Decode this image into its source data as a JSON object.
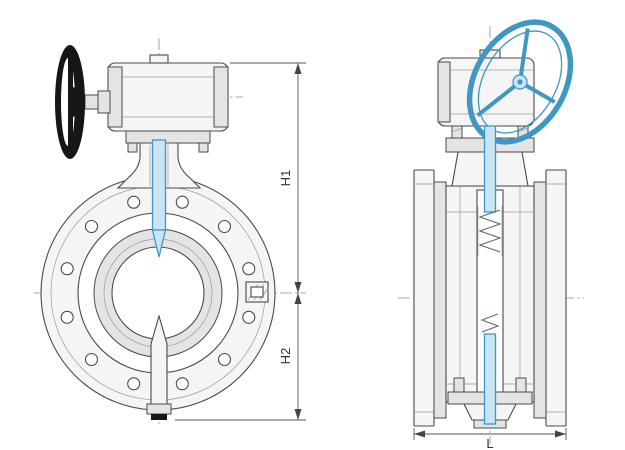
{
  "drawing": {
    "name": "Gear-operated butterfly valve, two-view technical drawing",
    "views": {
      "front": "front-view",
      "side": "side-view"
    },
    "dimension_labels": {
      "h1": "H1",
      "h2": "H2",
      "l": "L"
    },
    "colors": {
      "line": "#4a4a4a",
      "line_dark": "#222222",
      "fill_body": "#f5f5f5",
      "fill_shade": "#e4e4e4",
      "accent_blue": "#3f97c4",
      "accent_blue_fill": "#c9e4f2",
      "handwheel_black": "#161616",
      "background": "#ffffff"
    }
  }
}
